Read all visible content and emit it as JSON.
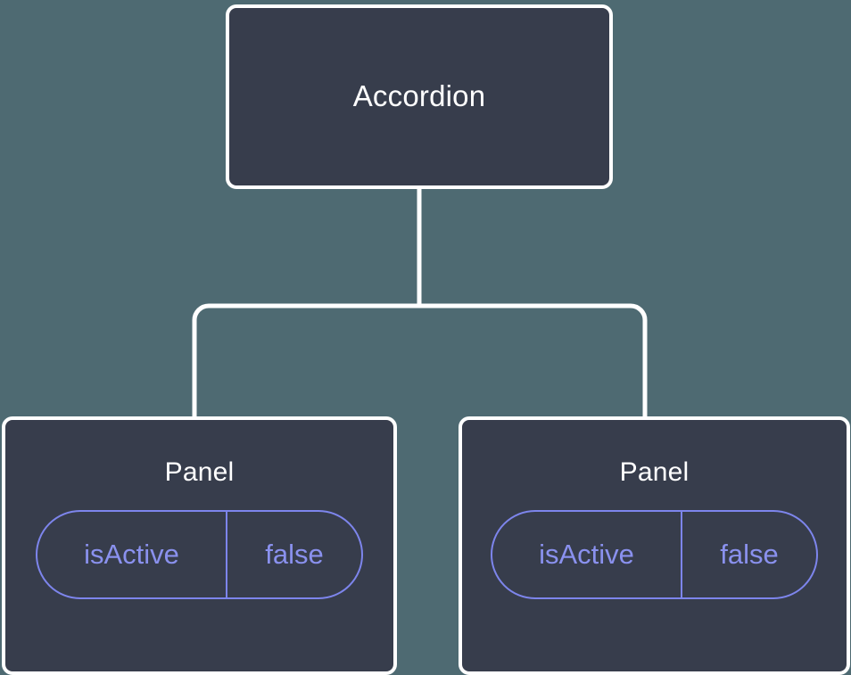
{
  "canvas": {
    "background_color": "#4e6a72",
    "node_fill_color": "#373d4c",
    "node_border_color": "#ffffff",
    "edge_color": "#ffffff",
    "accent_color": "#7d85ec"
  },
  "tree": {
    "root": {
      "label": "Accordion"
    },
    "children": [
      {
        "label": "Panel",
        "props": [
          {
            "key": "isActive",
            "value": "false"
          }
        ]
      },
      {
        "label": "Panel",
        "props": [
          {
            "key": "isActive",
            "value": "false"
          }
        ]
      }
    ]
  }
}
